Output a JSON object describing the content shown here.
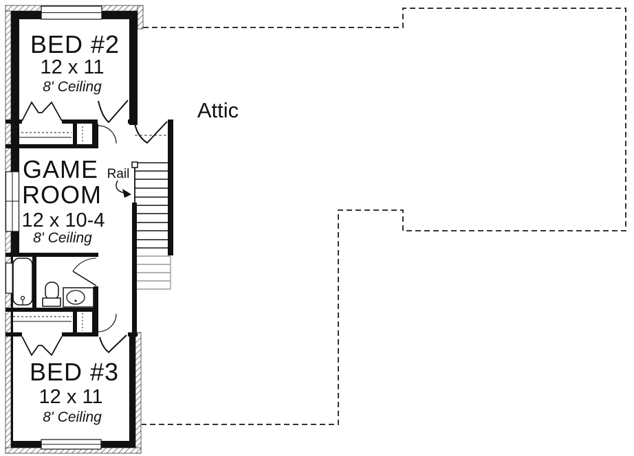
{
  "plan": {
    "rooms": {
      "bed2": {
        "name": "BED #2",
        "dims": "12 x 11",
        "ceiling": "8' Ceiling"
      },
      "game": {
        "name_line1": "GAME",
        "name_line2": "ROOM",
        "dims": "12 x 10-4",
        "ceiling": "8' Ceiling"
      },
      "bed3": {
        "name": "BED #3",
        "dims": "12 x 11",
        "ceiling": "8' Ceiling"
      }
    },
    "labels": {
      "attic": "Attic",
      "rail": "Rail"
    },
    "colors": {
      "wall": "#111111",
      "hatch": "#444444",
      "stair_tread_light": "#999999",
      "dashed_outline": "#333333",
      "background": "#ffffff"
    }
  }
}
